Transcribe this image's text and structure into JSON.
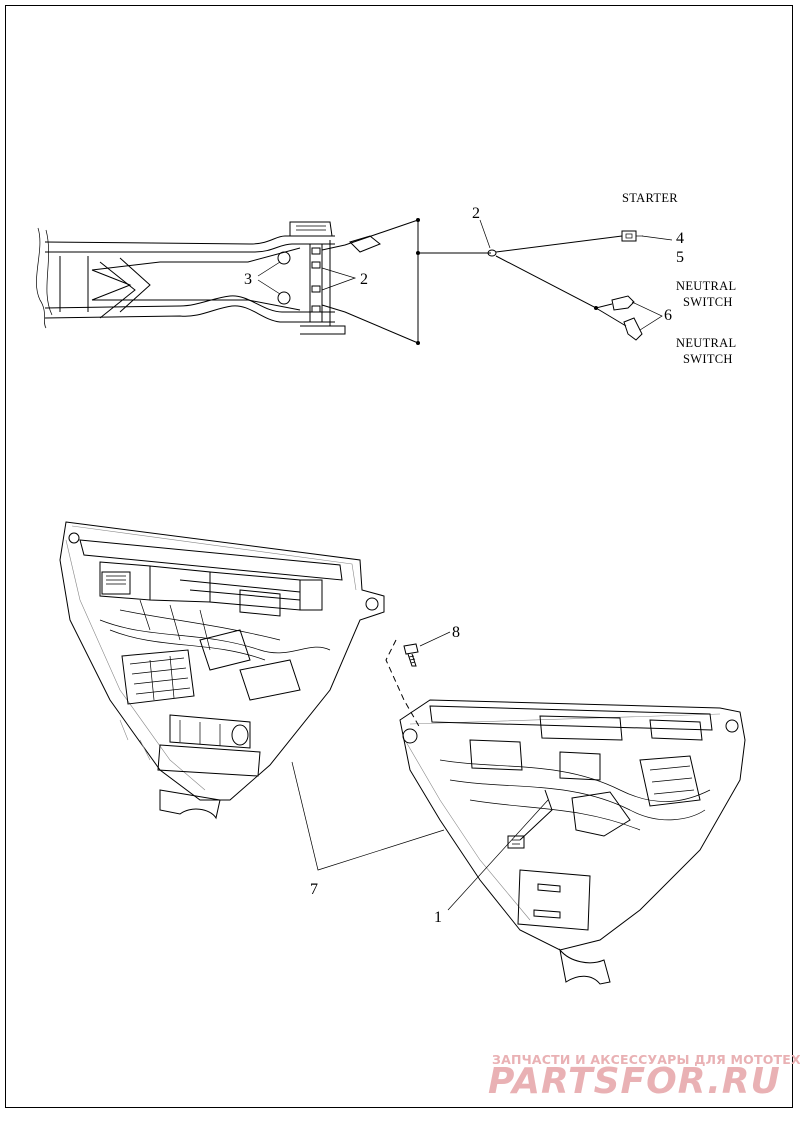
{
  "callouts": {
    "c1": "1",
    "c2a": "2",
    "c2b": "2",
    "c3": "3",
    "c4": "4",
    "c5": "5",
    "c6": "6",
    "c7": "7",
    "c8": "8"
  },
  "tags": {
    "starter": "STARTER",
    "neutral_switch_1_line1": "NEUTRAL",
    "neutral_switch_1_line2": "SWITCH",
    "neutral_switch_2_line1": "NEUTRAL",
    "neutral_switch_2_line2": "SWITCH"
  },
  "watermark": {
    "tagline": "ЗАПЧАСТИ И АКСЕССУАРЫ ДЛЯ МОТОТЕХНИКИ",
    "brand": "PARTSFOR.RU",
    "color": "#e9b1b4"
  }
}
